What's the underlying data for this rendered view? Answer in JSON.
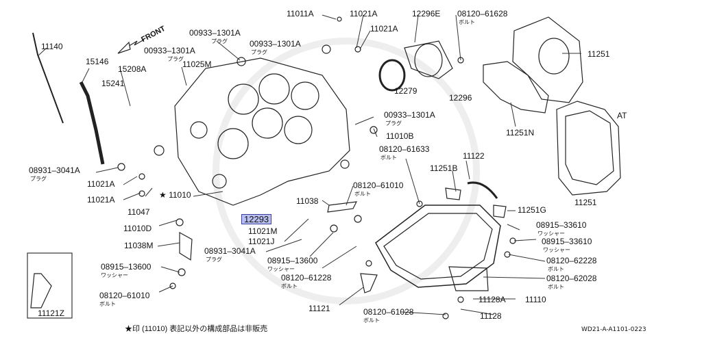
{
  "labels": {
    "l11011A": "11011A",
    "l11021A_t": "11021A",
    "l12296E": "12296E",
    "l08120_61628": "08120–61628",
    "b_61628": "ボルト",
    "l11140": "11140",
    "l00933_top": "00933–1301A",
    "p_top": "プラグ",
    "l00933_mid": "00933–1301A",
    "p_mid": "プラグ",
    "l11021A_r": "11021A",
    "front": "FRONT",
    "l00933_left": "00933–1301A",
    "p_left": "プラグ",
    "l11251": "11251",
    "l15146": "15146",
    "l15208A": "15208A",
    "l11025M": "11025M",
    "l15241": "15241",
    "l12279": "12279",
    "l12296": "12296",
    "l11251N": "11251N",
    "at": "AT",
    "l00933_right": "00933–1301A",
    "p_right": "プラグ",
    "l11010B": "11010B",
    "l08120_61633": "08120–61633",
    "b_61633": "ボルト",
    "l11122": "11122",
    "l11251B": "11251B",
    "l08931_left": "08931–3041A",
    "p_08931_left": "プラグ",
    "l11021A_l1": "11021A",
    "l11021A_l2": "11021A",
    "l11010": "★ 11010",
    "l11047": "11047",
    "l08120_61010_m": "08120–61010",
    "b_61010_m": "ボルト",
    "l11038": "11038",
    "l11251_at": "11251",
    "l11251G": "11251G",
    "l11010D": "11010D",
    "l12293": "12293",
    "l11021M": "11021M",
    "l08915_33610_a": "08915–33610",
    "w_33610_a": "ワッシャー",
    "l08915_33610_b": "08915–33610",
    "w_33610_b": "ワッシャー",
    "l11021J": "11021J",
    "l11038M": "11038M",
    "l08931_mid": "08931–3041A",
    "p_08931_mid": "プラグ",
    "l08120_62228": "08120–62228",
    "b_62228": "ボルト",
    "l08915_13600_l": "08915–13600",
    "w_13600_l": "ワッシャー",
    "l08915_13600_m": "08915–13600",
    "w_13600_m": "ワッシャー",
    "l08120_61228": "08120–61228",
    "b_61228": "ボルト",
    "l08120_62028": "08120–62028",
    "b_62028": "ボルト",
    "l08120_61010_b": "08120–61010",
    "b_61010_b": "ボルト",
    "l11128A": "11128A",
    "l11110": "11110",
    "l11121": "11121",
    "l11128": "11128",
    "l08120_61028": "08120–61028",
    "b_61028": "ボルト",
    "l11121Z": "11121Z",
    "footnote": "★印 (11010) 表記以外の構成部品は非販売",
    "diagram_code": "WD21-A-A1101-0223"
  },
  "highlight_color": "#b9bff0"
}
